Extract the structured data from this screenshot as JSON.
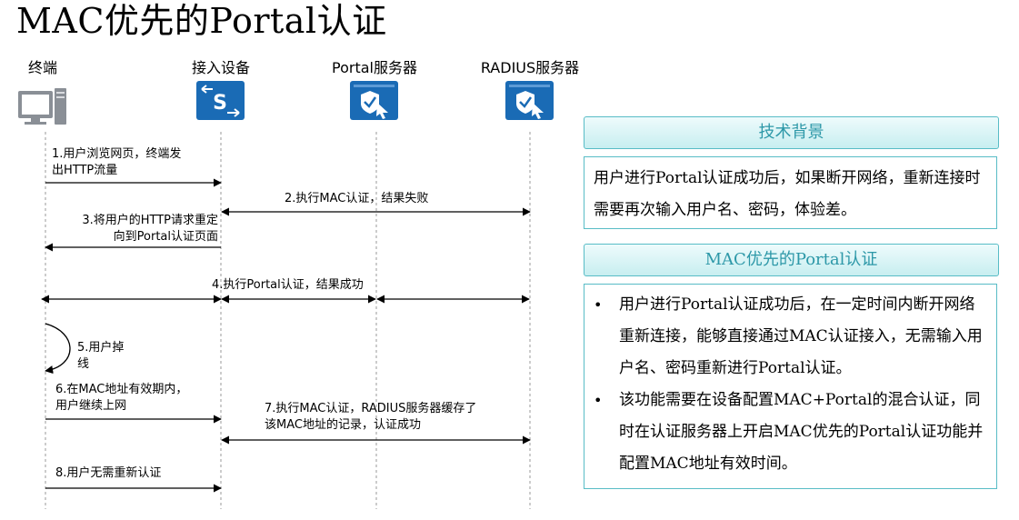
{
  "title": "MAC优先的Portal认证",
  "entities": {
    "terminal": "终端",
    "access_device": "接入设备",
    "portal_server": "Portal服务器",
    "radius_server": "RADIUS服务器"
  },
  "messages": {
    "m1": "1.用户浏览网页，终端发出HTTP流量",
    "m2": "2.执行MAC认证，结果失败",
    "m3": "3.将用户的HTTP请求重定向到Portal认证页面",
    "m4": "4.执行Portal认证，结果成功",
    "m5": "5.用户掉线",
    "m6": "6.在MAC地址有效期内，用户继续上网",
    "m7": "7.执行MAC认证，RADIUS服务器缓存了该MAC地址的记录，认证成功",
    "m8": "8.用户无需重新认证"
  },
  "panel1": {
    "heading": "技术背景",
    "text": "用户进行Portal认证成功后，如果断开网络，重新连接时需要再次输入用户名、密码，体验差。"
  },
  "panel2": {
    "heading": "MAC优先的Portal认证",
    "bullets": [
      "用户进行Portal认证成功后，在一定时间内断开网络重新连接，能够直接通过MAC认证接入，无需输入用户名、密码重新进行Portal认证。",
      "该功能需要在设备配置MAC+Portal的混合认证，同时在认证服务器上开启MAC优先的Portal认证功能并配置MAC地址有效时间。"
    ]
  },
  "colors": {
    "icon_blue": "#1a6bb5",
    "panel_border": "#58bcc6",
    "panel_heading_text": "#2d98a8"
  },
  "icons": [
    "computer-icon",
    "switch-icon",
    "server-shield-icon",
    "server-shield-icon"
  ]
}
